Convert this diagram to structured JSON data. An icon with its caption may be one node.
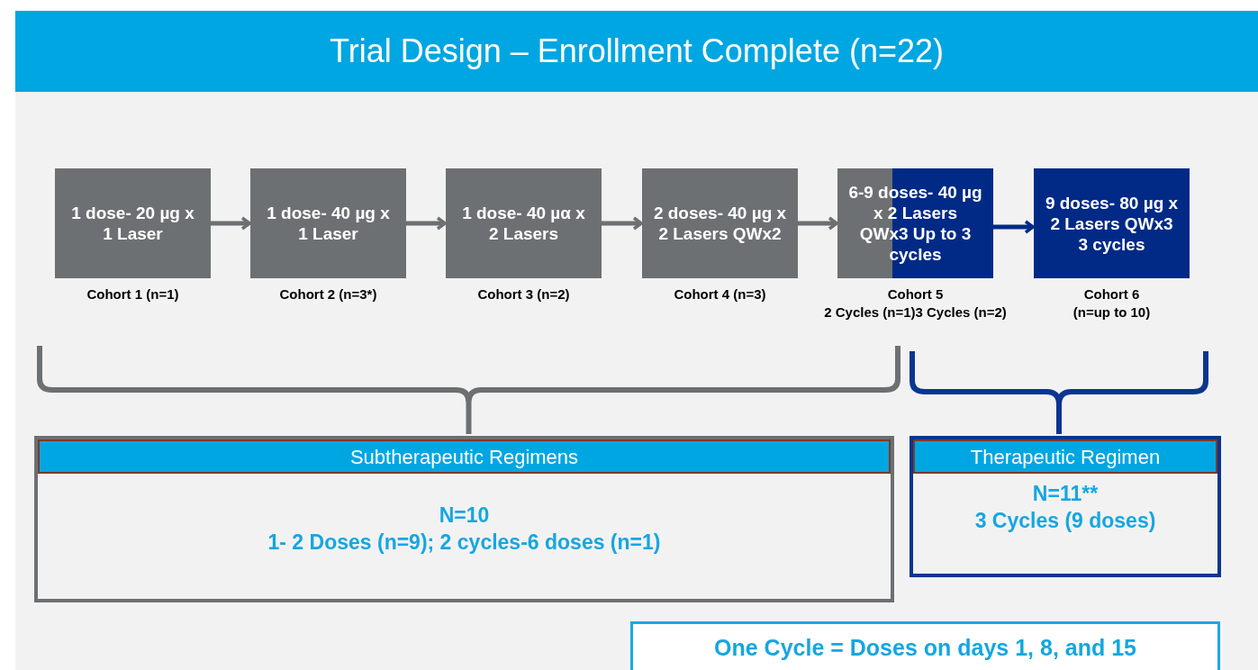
{
  "diagram": {
    "title": "Trial Design – Enrollment Complete (n=22)",
    "nodes": [
      {
        "text": [
          "1 dose- 20 µg x 1 Laser"
        ],
        "beside": [
          "Cohort 1 (n=1)"
        ]
      },
      {
        "text": [
          "1 dose- 40 µg x 1 Laser"
        ],
        "beside": [
          "Cohort 2 (n=3*)"
        ]
      },
      {
        "text": [
          "1 dose- 40 µα x 2 Lasers"
        ],
        "beside": [
          "Cohort 3 (n=2)"
        ]
      },
      {
        "text": [
          "2 doses- 40 µg x 2 Lasers QWx2"
        ],
        "beside": [
          "Cohort 4 (n=3)"
        ]
      },
      {
        "text": [
          "6-9 doses- 40 µg x 2 Lasers QWx3 Up to 3 cycles"
        ],
        "beside": [
          "Cohort 5",
          "2 Cycles (n=1)3 Cycles (n=2)"
        ]
      },
      {
        "text": [
          "9 doses- 80 µg x 2 Lasers QWx3 3 cycles"
        ],
        "beside": [
          "Cohort 6",
          "(n=up to 10)"
        ]
      },
      {
        "text": [
          "Subtherapeutic Regimens",
          "N=10",
          "1- 2 Doses (n=9); 2 cycles-6 doses (n=1)"
        ]
      },
      {
        "text": [
          "Therapeutic Regimen",
          "N=11**",
          "3 Cycles (9 doses)"
        ]
      },
      {
        "text": [
          "One Cycle = Doses on days 1, 8, and 15"
        ]
      }
    ],
    "edges": [
      {
        "from": 0,
        "to": 1,
        "arrow": "to"
      },
      {
        "from": 1,
        "to": 2,
        "arrow": "to"
      },
      {
        "from": 2,
        "to": 3,
        "arrow": "to"
      },
      {
        "from": 3,
        "to": 4,
        "arrow": "to"
      },
      {
        "from": 4,
        "to": 5,
        "arrow": "to",
        "color": "#002a86"
      }
    ]
  }
}
